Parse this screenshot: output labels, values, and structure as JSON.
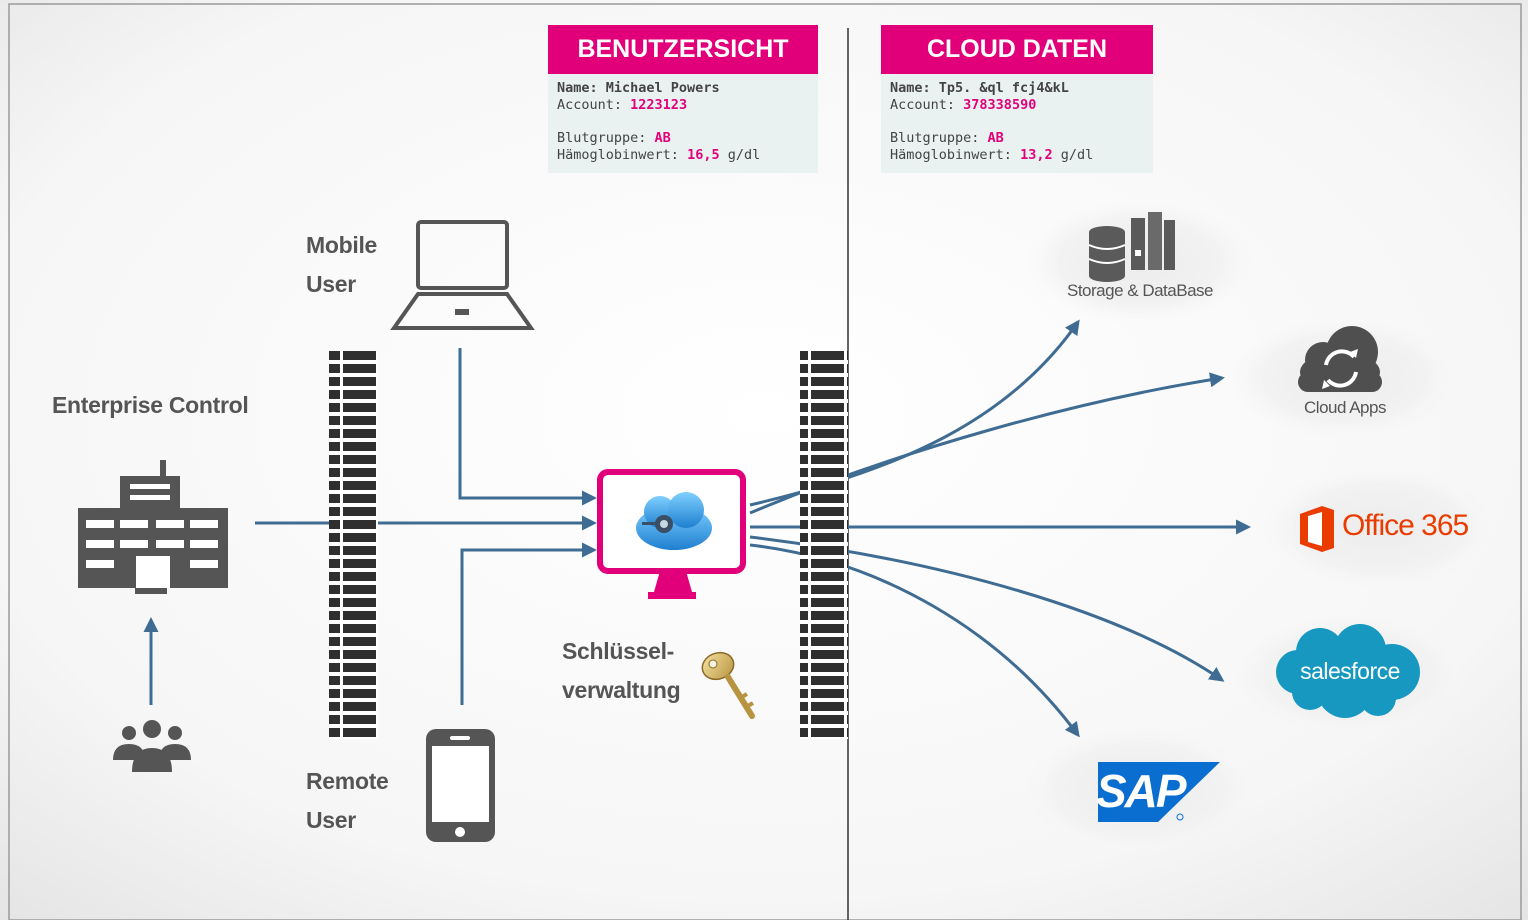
{
  "headers": {
    "user_view": "BENUTZERSICHT",
    "cloud_data": "CLOUD DATEN"
  },
  "user_card": {
    "name_label": "Name:",
    "name_value": "Michael Powers",
    "account_label": "Account:",
    "account_value": "1223123",
    "blood_label": "Blutgruppe:",
    "blood_value": "AB",
    "hb_label": "Hämoglobinwert:",
    "hb_value": "16,5",
    "hb_unit": "g/dl"
  },
  "cloud_card": {
    "name_label": "Name:",
    "name_value": "Tp5. &ql fcj4&kL",
    "account_label": "Account:",
    "account_value": "378338590",
    "blood_label": "Blutgruppe:",
    "blood_value": "AB",
    "hb_label": "Hämoglobinwert:",
    "hb_value": "13,2",
    "hb_unit": "g/dl"
  },
  "labels": {
    "enterprise": "Enterprise Control",
    "mobile_line1": "Mobile",
    "mobile_line2": "User",
    "remote_line1": "Remote",
    "remote_line2": "User",
    "key_line1": "Schlüssel-",
    "key_line2": "verwaltung"
  },
  "services": {
    "storage": "Storage & DataBase",
    "cloud_apps": "Cloud Apps",
    "office": "Office 365",
    "salesforce": "salesforce",
    "sap": "SAP"
  },
  "colors": {
    "accent": "#e2007a",
    "arrow": "#3f6c92",
    "icon": "#555555",
    "office": "#eb3c00",
    "salesforce": "#1798c1",
    "sap": "#0a6ed1"
  }
}
